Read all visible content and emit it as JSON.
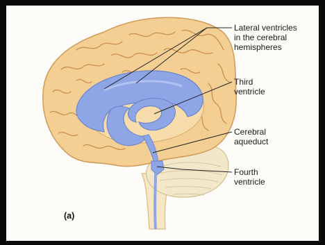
{
  "figure": {
    "panel_label": "(a)",
    "labels": {
      "lateral": [
        "Lateral ventricles",
        "in the cerebral",
        "hemispheres"
      ],
      "third": [
        "Third",
        "ventricle"
      ],
      "aqueduct": [
        "Cerebral",
        "aqueduct"
      ],
      "fourth": [
        "Fourth",
        "ventricle"
      ]
    }
  },
  "colors": {
    "brain_fill": "#f3cf93",
    "brain_shadow": "#d9a866",
    "gyri_line": "#c98f4e",
    "ventricle_fill": "#8fa6e6",
    "ventricle_edge": "#6f86cc",
    "cerebellum_fill": "#f2e7c9",
    "brainstem_fill": "#f7e6c4",
    "leader_line": "#222222",
    "border": "#0a0a0a"
  }
}
